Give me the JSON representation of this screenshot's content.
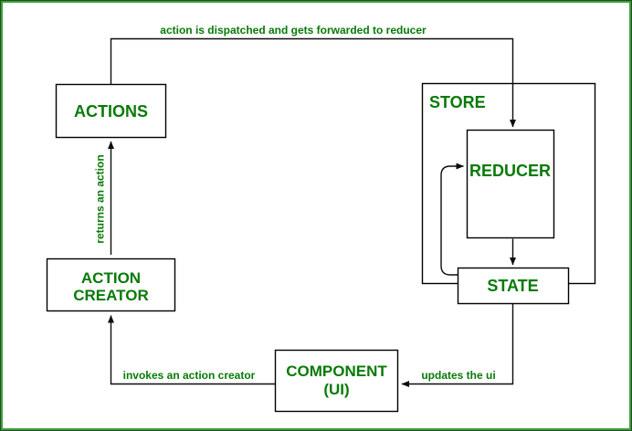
{
  "frame": {
    "background": "#ffffff",
    "border_outer_color": "#1c521c",
    "border_inner_color": "#3f9e3f"
  },
  "diagram": {
    "type": "flowchart",
    "text_color": "#077a07",
    "line_color": "#0d0d0d",
    "nodes": [
      {
        "id": "actions",
        "label": "ACTIONS"
      },
      {
        "id": "store",
        "label": "STORE"
      },
      {
        "id": "reducer",
        "label": "REDUCER"
      },
      {
        "id": "state",
        "label": "STATE"
      },
      {
        "id": "action-creator",
        "label": "ACTION CREATOR",
        "lines": [
          "ACTION",
          "CREATOR"
        ]
      },
      {
        "id": "component-ui",
        "label": "COMPONENT (UI)",
        "lines": [
          "COMPONENT",
          "(UI)"
        ]
      }
    ],
    "edges": [
      {
        "from": "actions",
        "to": "reducer",
        "label": "action is dispatched and gets forwarded to reducer"
      },
      {
        "from": "action-creator",
        "to": "actions",
        "label": "returns an action"
      },
      {
        "from": "reducer",
        "to": "state",
        "label": ""
      },
      {
        "from": "state",
        "to": "reducer",
        "label": ""
      },
      {
        "from": "state",
        "to": "component-ui",
        "label": "updates the ui"
      },
      {
        "from": "component-ui",
        "to": "action-creator",
        "label": "invokes an action creator"
      }
    ]
  }
}
